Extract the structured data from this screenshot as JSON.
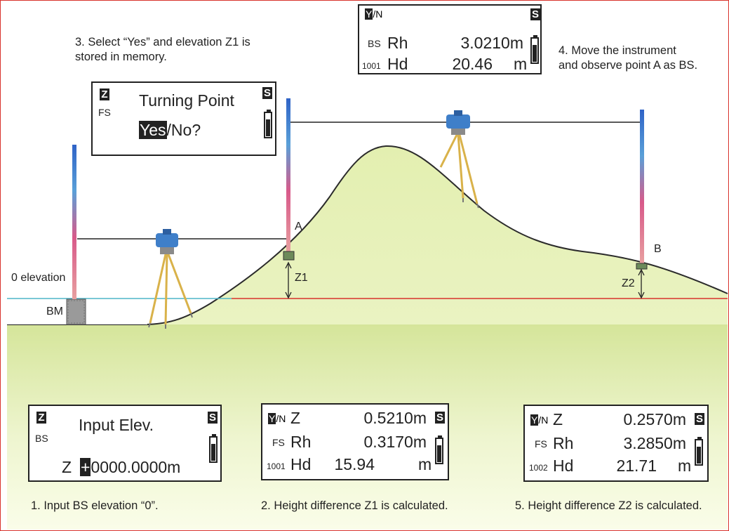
{
  "steps": {
    "s1": "1. Input BS elevation “0”.",
    "s2": "2. Height difference Z1 is calculated.",
    "s3": "3. Select “Yes” and elevation Z1 is\n    stored in memory.",
    "s4": "4. Move the instrument\n    and observe point A as BS.",
    "s5": "5. Height difference Z2 is calculated."
  },
  "labels": {
    "zero_elevation": "0 elevation",
    "bm": "BM",
    "point_a": "A",
    "point_b": "B",
    "z1": "Z1",
    "z2": "Z2"
  },
  "panels": {
    "turning": {
      "z": "Z",
      "s": "S",
      "fs": "FS",
      "title": "Turning Point",
      "yes": "Yes",
      "no": "/No?",
      "battery_level": 0.75
    },
    "bs_a": {
      "y": "Y",
      "n": "/N",
      "s": "S",
      "row1_tag": "BS",
      "row1_name": "Rh",
      "row1_val": "3.0210m",
      "row2_tag": "1001",
      "row2_name": "Hd",
      "row2_val": "20.46",
      "row2_unit": "m",
      "battery_level": 0.75
    },
    "input": {
      "z": "Z",
      "s": "S",
      "bs": "BS",
      "title": "Input Elev.",
      "zlabel": "Z",
      "sign": "+",
      "value": "0000.0000m",
      "battery_level": 0.75
    },
    "z1calc": {
      "y": "Y",
      "n": "/N",
      "s": "S",
      "row0_name": "Z",
      "row0_val": "0.5210m",
      "row1_tag": "FS",
      "row1_name": "Rh",
      "row1_val": "0.3170m",
      "row2_tag": "1001",
      "row2_name": "Hd",
      "row2_val": "15.94",
      "row2_unit": "m",
      "battery_level": 0.75
    },
    "z2calc": {
      "y": "Y",
      "n": "/N",
      "s": "S",
      "row0_name": "Z",
      "row0_val": "0.2570m",
      "row1_tag": "FS",
      "row1_name": "Rh",
      "row1_val": "3.2850m",
      "row2_tag": "1002",
      "row2_name": "Hd",
      "row2_val": "21.71",
      "row2_unit": "m",
      "battery_level": 0.75
    }
  },
  "colors": {
    "ground_fill": "#e6f0b4",
    "ground_edge": "#2b2b2b",
    "reference_line": "#4fb6c9",
    "baseline_red": "#d8322c",
    "frame": "#d8322c",
    "tripod": "#d9b24a",
    "instrument": "#3f7fc9"
  }
}
